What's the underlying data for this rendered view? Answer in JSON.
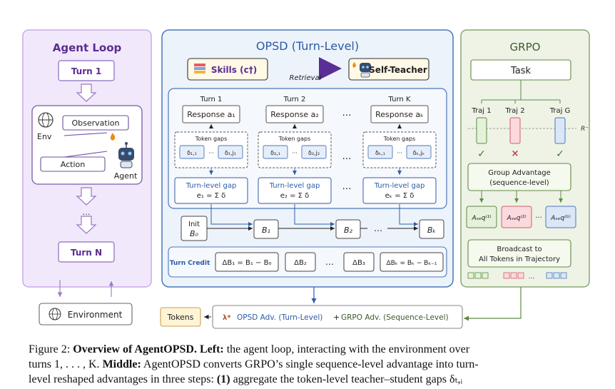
{
  "left_panel": {
    "title": "Agent Loop",
    "turn1": "Turn 1",
    "observation": "Observation",
    "env": "Env",
    "action": "Action",
    "agent": "Agent",
    "dots": "...",
    "turnN": "Turn N"
  },
  "environment_label": "Environment",
  "middle_panel": {
    "title": "OPSD (Turn-Level)",
    "skills": "Skills (c†)",
    "retrieval": "Retrieval",
    "self_teacher": "Self-Teacher",
    "turns": [
      {
        "header": "Turn 1",
        "response": "Response a₁",
        "token_gaps": "Token gaps",
        "delta_a": "δ₁,₁",
        "delta_b": "δ₁,j₁",
        "gap_title": "Turn-level gap",
        "gap_eq": "e₁ = Σ δ"
      },
      {
        "header": "Turn 2",
        "response": "Response a₂",
        "token_gaps": "Token gaps",
        "delta_a": "δ₂,₁",
        "delta_b": "δ₂,j₂",
        "gap_title": "Turn-level gap",
        "gap_eq": "e₂ = Σ δ"
      },
      {
        "header": "Turn K",
        "response": "Response aₖ",
        "token_gaps": "Token gaps",
        "delta_a": "δₖ,₁",
        "delta_b": "δₖ,jₖ",
        "gap_title": "Turn-level gap",
        "gap_eq": "eₖ = Σ δ"
      }
    ],
    "ellipsis": "…",
    "inner_dots": "···",
    "init": "Init",
    "b0": "B₀",
    "b1": "B₁",
    "b2": "B₂",
    "bk": "Bₖ",
    "turn_credit": "Turn Credit",
    "credits": [
      "ΔB₁ = B₁ − B₀",
      "ΔB₂",
      "ΔB₃",
      "ΔBₖ = Bₖ − Bₖ₋₁"
    ]
  },
  "right_panel": {
    "title": "GRPO",
    "task": "Task",
    "traj": [
      "Traj 1",
      "Traj 2",
      "Traj G"
    ],
    "r_label": "R⁻",
    "check": "✓",
    "cross": "×",
    "group_adv_1": "Group Advantage",
    "group_adv_2": "(sequence-level)",
    "aseq": [
      "Aₛₑq⁽¹⁾",
      "Aₛₑq⁽²⁾",
      "Aₛₑq⁽ᴳ⁾"
    ],
    "dots": "···",
    "broadcast_1": "Broadcast to",
    "broadcast_2": "All Tokens in Trajectory",
    "token_dots": "..."
  },
  "bottom": {
    "tokens": "Tokens",
    "lambda": "λ*",
    "opsd_adv": "OPSD Adv. (Turn-Level)",
    "plus": "+",
    "grpo_adv": "GRPO Adv. (Sequence-Level)"
  },
  "caption": {
    "l1_a": "Figure 2: ",
    "l1_b": "Overview of AgentOPSD.",
    "l1_c": " ",
    "l1_d": "Left:",
    "l1_e": " the agent loop, interacting with the environment over",
    "l2_a": "turns 1, . . . , K. ",
    "l2_b": "Middle:",
    "l2_c": " AgentOPSD converts GRPO’s single sequence-level advantage into turn-",
    "l3_a": "level reshaped advantages in three steps: ",
    "l3_b": "(1)",
    "l3_c": " aggregate the token-level teacher–student gaps δₜ,ᵢ"
  },
  "colors": {
    "left_bg": "#f1e9fb",
    "left_border": "#c9a9ea",
    "left_text": "#5b2c91",
    "mid_bg": "#edf3fb",
    "mid_border": "#4a78b8",
    "mid_text": "#2b5ba5",
    "right_bg": "#eef3e6",
    "right_border": "#8aa672",
    "right_text": "#3f5a2c",
    "teacher_arrow": "#6a3fa0"
  }
}
